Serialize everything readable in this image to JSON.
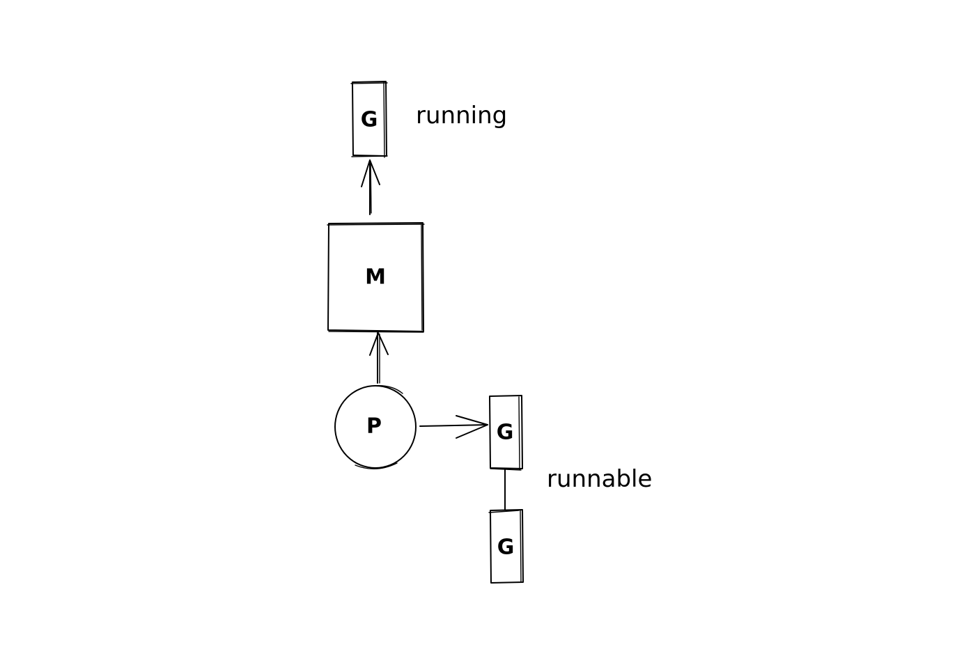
{
  "diagram": {
    "stroke_color": "#000000",
    "background": "#ffffff",
    "nodes": {
      "running_g": {
        "label": "G",
        "shape": "rectangle"
      },
      "m": {
        "label": "M",
        "shape": "rectangle"
      },
      "p": {
        "label": "P",
        "shape": "circle"
      },
      "runnable_g1": {
        "label": "G",
        "shape": "rectangle"
      },
      "runnable_g2": {
        "label": "G",
        "shape": "rectangle"
      }
    },
    "state_labels": {
      "running": "running",
      "runnable": "runnable"
    },
    "edges": [
      {
        "from": "m",
        "to": "running_g",
        "type": "arrow"
      },
      {
        "from": "p",
        "to": "m",
        "type": "arrow"
      },
      {
        "from": "p",
        "to": "runnable_g1",
        "type": "arrow"
      },
      {
        "from": "runnable_g1",
        "to": "runnable_g2",
        "type": "line"
      }
    ]
  }
}
